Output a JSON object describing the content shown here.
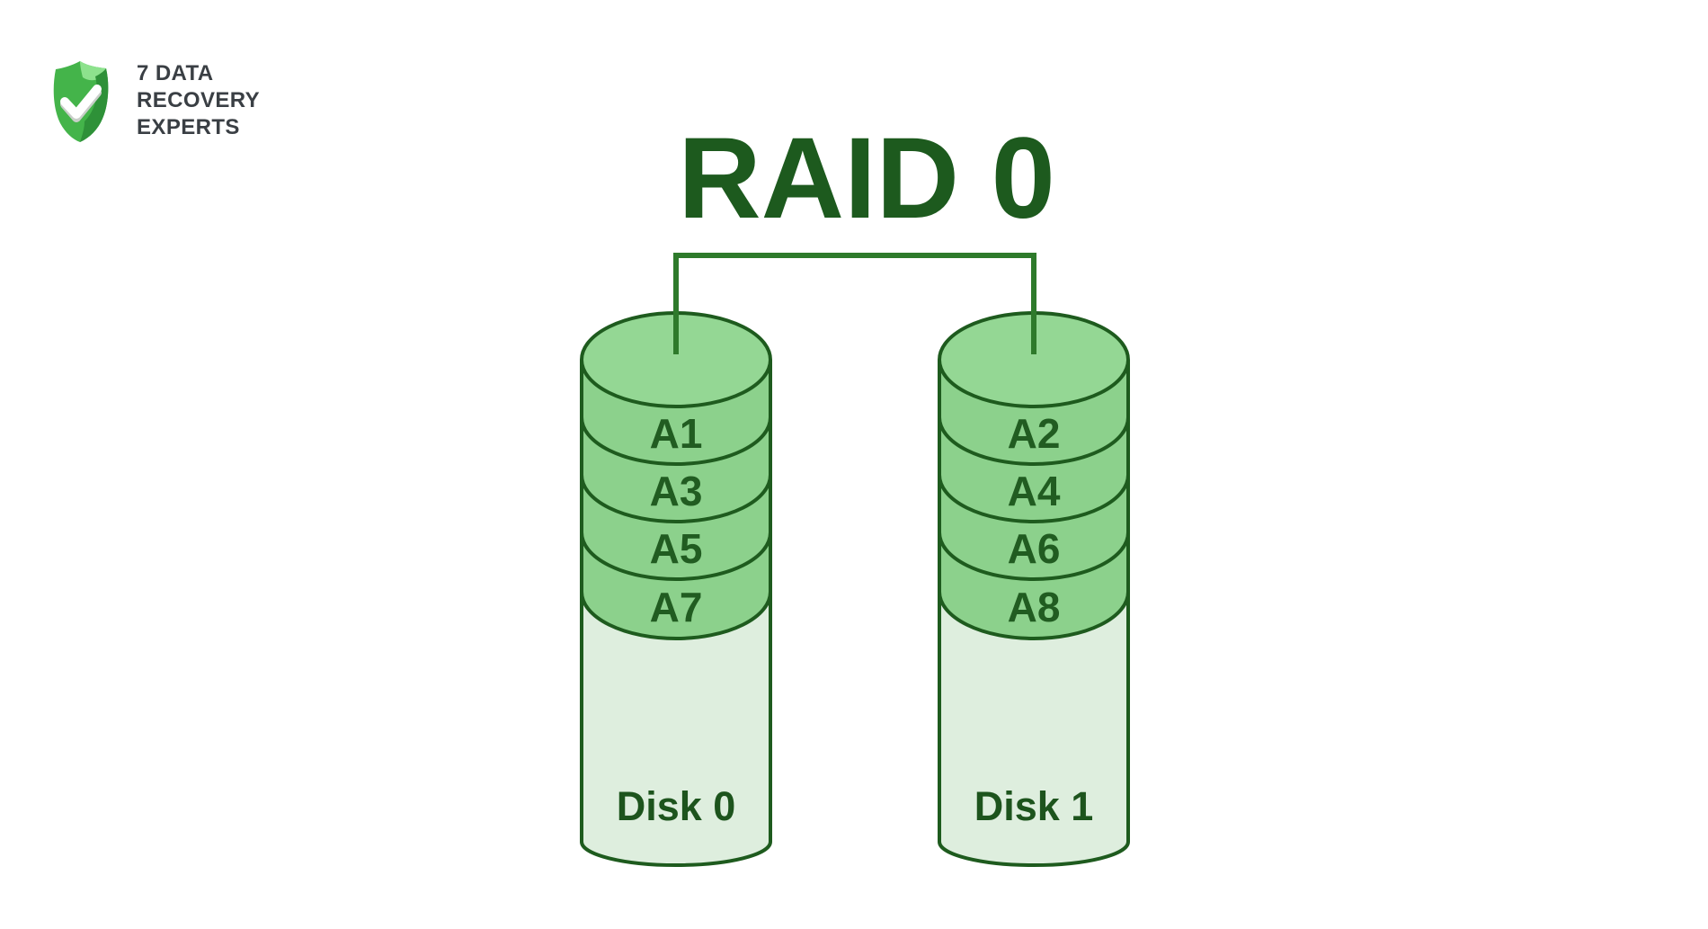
{
  "logo": {
    "icon": "shield-check",
    "lines": [
      "7 DATA",
      "RECOVERY",
      "EXPERTS"
    ]
  },
  "title": "RAID 0",
  "diagram": {
    "type": "raid0-striping",
    "disks": [
      {
        "label": "Disk 0",
        "blocks": [
          "A1",
          "A3",
          "A5",
          "A7"
        ]
      },
      {
        "label": "Disk 1",
        "blocks": [
          "A2",
          "A4",
          "A6",
          "A8"
        ]
      }
    ]
  },
  "colors": {
    "background": "#ffffff",
    "title_green": "#1d5a1e",
    "outline_green": "#1e5b1e",
    "connector_green": "#2e7a2b",
    "block_fill_green": "#8cd18c",
    "top_face_green": "#94d794",
    "body_pale_green": "#deeede",
    "label_green": "#215c21",
    "logo_text_gray": "#3a3f44",
    "logo_green_main": "#44b44a",
    "logo_green_light": "#8de28d",
    "logo_green_dark": "#2e9138"
  }
}
